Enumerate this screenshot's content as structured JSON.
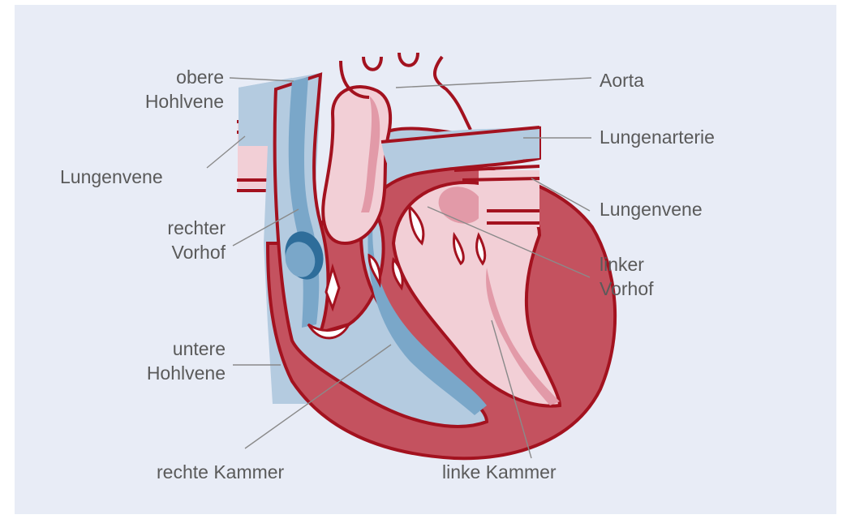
{
  "labels": {
    "obere_hohlvene": [
      "obere",
      "Hohlvene"
    ],
    "lungenvene_left": "Lungenvene",
    "rechter_vorhof": [
      "rechter",
      "Vorhof"
    ],
    "untere_hohlvene": [
      "untere",
      "Hohlvene"
    ],
    "rechte_kammer": "rechte Kammer",
    "aorta": "Aorta",
    "lungenarterie": "Lungenarterie",
    "lungenvene_right": "Lungenvene",
    "linker_vorhof": [
      "linker",
      "Vorhof"
    ],
    "linke_kammer": "linke Kammer"
  },
  "colors": {
    "background": "#e8ecf6",
    "deoxygenated_light": "#b4cbe0",
    "deoxygenated_dark": "#7aa7c9",
    "oxygenated_light": "#f2cfd6",
    "oxygenated_mid": "#e29aa8",
    "muscle": "#c4525f",
    "outline": "#a3121f",
    "valve_dark": "#2e6d9a"
  }
}
